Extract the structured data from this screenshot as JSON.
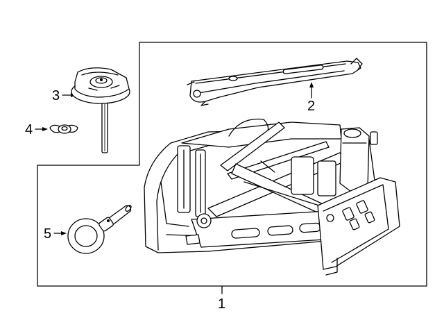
{
  "callouts": {
    "c1": "1",
    "c2": "2",
    "c3": "3",
    "c4": "4",
    "c5": "5"
  },
  "parts": [
    {
      "number": "1",
      "icon": "jack-assembly"
    },
    {
      "number": "2",
      "icon": "jack-handle"
    },
    {
      "number": "3",
      "icon": "spare-wheel-hold-down-bolt"
    },
    {
      "number": "4",
      "icon": "wing-nut"
    },
    {
      "number": "5",
      "icon": "lug-wrench"
    }
  ],
  "colors": {
    "line": "#000000",
    "background": "#ffffff"
  }
}
